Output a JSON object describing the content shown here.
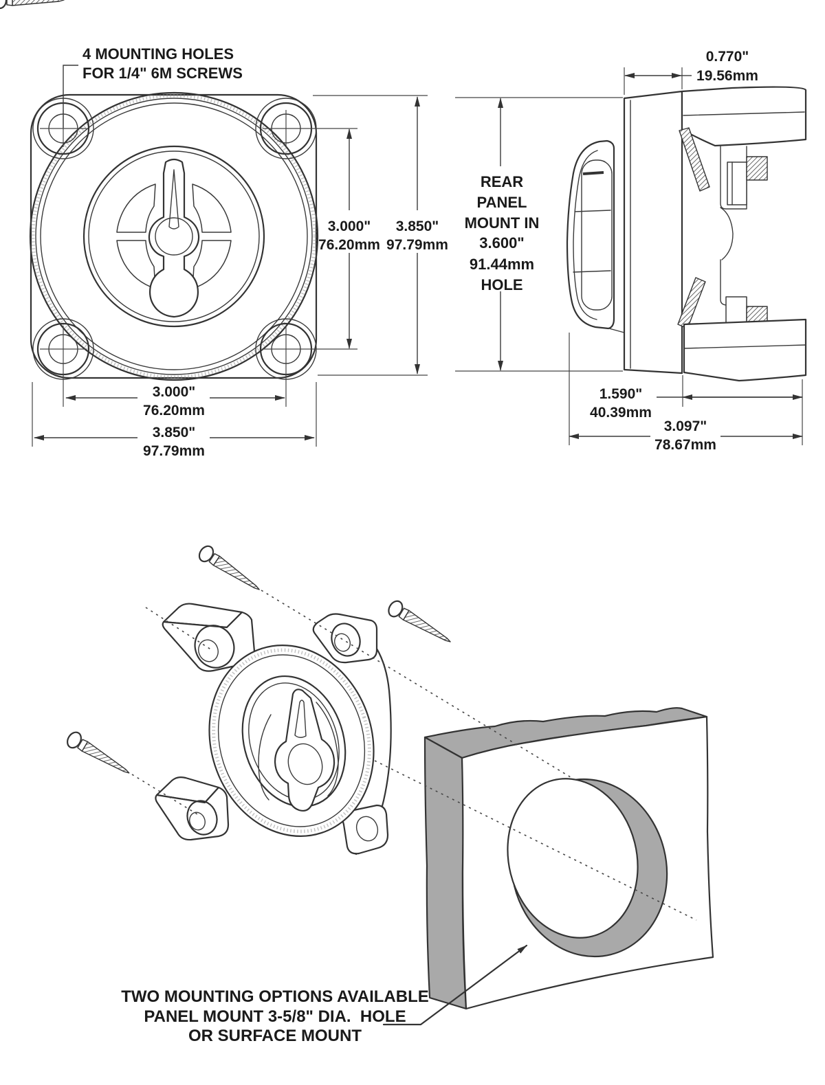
{
  "front_view": {
    "callout_line1": "4 MOUNTING HOLES",
    "callout_line2": "FOR 1/4\" 6M SCREWS",
    "dim_hole_spacing": {
      "inch": "3.000\"",
      "mm": "76.20mm"
    },
    "dim_overall": {
      "inch": "3.850\"",
      "mm": "97.79mm"
    }
  },
  "side_view": {
    "dim_front_depth": {
      "inch": "0.770\"",
      "mm": "19.56mm"
    },
    "rear_note": [
      "REAR",
      "PANEL",
      "MOUNT IN",
      "3.600\"",
      "91.44mm",
      "HOLE"
    ],
    "dim_rear_depth": {
      "inch": "1.590\"",
      "mm": "40.39mm"
    },
    "dim_total_depth": {
      "inch": "3.097\"",
      "mm": "78.67mm"
    }
  },
  "iso_view": {
    "note_line1": "TWO MOUNTING OPTIONS AVAILABLE",
    "note_line2": "PANEL MOUNT 3-5/8\" DIA.  HOLE",
    "note_line3": "OR SURFACE MOUNT"
  },
  "colors": {
    "line": "#333333",
    "text": "#1a1a1a",
    "panel_gray": "#a9a9a9",
    "background": "#ffffff"
  }
}
